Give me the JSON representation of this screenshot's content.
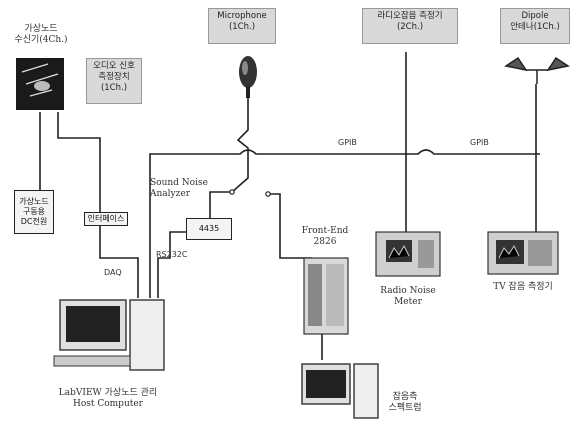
{
  "labels": {
    "antenna": [
      "가상노드",
      "수신기(4Ch.)"
    ],
    "microphone": [
      "Microphone",
      "(1Ch.)"
    ],
    "radio_receiver": [
      "라디오잡음 측정기",
      "(2Ch.)"
    ],
    "dipole": [
      "Dipole",
      "안테나(1Ch.)"
    ],
    "sub_receiver": [
      "오디오 신호",
      "측정장치",
      "(1Ch.)"
    ],
    "dc_power": [
      "가상노드",
      "구동용",
      "DC전원"
    ],
    "interface": "인터페이스",
    "sound_analyzer": [
      "Sound Noise",
      "Analyzer"
    ],
    "analyzer_4435": "4435",
    "front_end": [
      "Front-End",
      "2826"
    ],
    "radio_meter": [
      "Radio Noise",
      "Meter"
    ],
    "tv_meter": "TV 잡음 측정기",
    "pc_main": [
      "LabVIEW 가상노드 관리",
      "Host Computer"
    ],
    "pc_aux": [
      "잡음측",
      "스펙트럼"
    ],
    "gpib1": "GPIB",
    "gpib2": "GPIB",
    "daq": "DAQ",
    "rs232c": "RS232C"
  }
}
